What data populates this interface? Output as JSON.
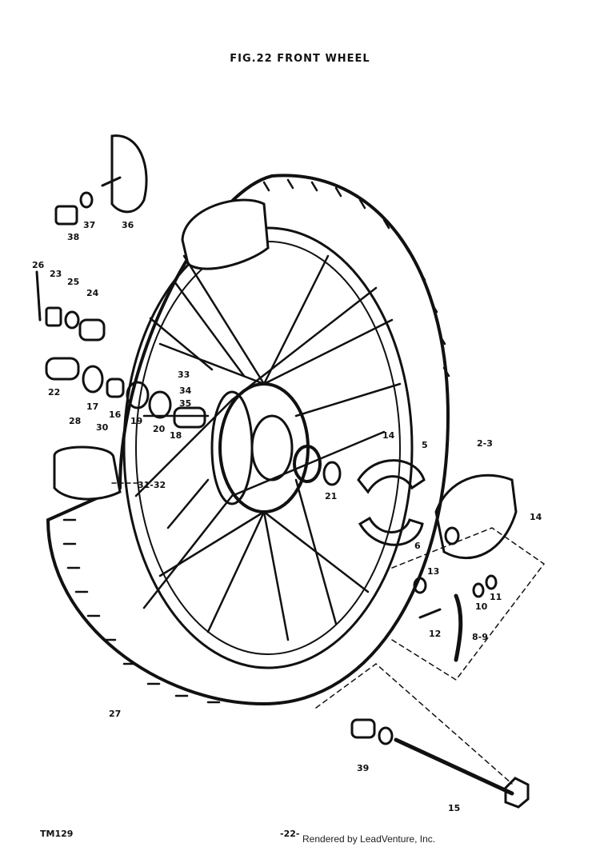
{
  "title": "FIG.22  FRONT WHEEL",
  "footer": {
    "code": "TM129",
    "page": "-22-",
    "credit": "Rendered by LeadVenture, Inc."
  },
  "callouts": [
    "26",
    "23",
    "25",
    "24",
    "38",
    "37",
    "36",
    "22",
    "17",
    "16",
    "19",
    "20",
    "33",
    "34",
    "35",
    "18",
    "28",
    "30",
    "31-32",
    "14",
    "5",
    "2-3",
    "21",
    "6",
    "13",
    "14",
    "12",
    "10",
    "11",
    "8-9",
    "27",
    "39",
    "15"
  ]
}
